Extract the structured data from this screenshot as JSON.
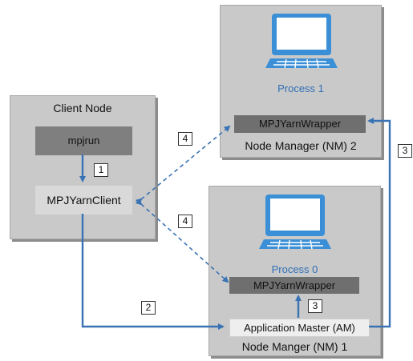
{
  "client_node": {
    "title": "Client Node",
    "mpjrun_label": "mpjrun",
    "client_label": "MPJYarnClient"
  },
  "nm2": {
    "process_label": "Process 1",
    "wrapper_label": "MPJYarnWrapper",
    "title": "Node Manager (NM) 2"
  },
  "nm1": {
    "process_label": "Process 0",
    "wrapper_label": "MPJYarnWrapper",
    "am_label": "Application Master (AM)",
    "title": "Node Manger (NM) 1"
  },
  "steps": {
    "step1": "1",
    "step2": "2",
    "step3_am": "3",
    "step3_nm": "3",
    "step4_top": "4",
    "step4_bottom": "4"
  },
  "colors": {
    "node_fill": "#c9c9c9",
    "arrow_blue": "#3a73b4",
    "monitor_blue": "#3a8fd6"
  },
  "icons": [
    "monitor-icon"
  ]
}
